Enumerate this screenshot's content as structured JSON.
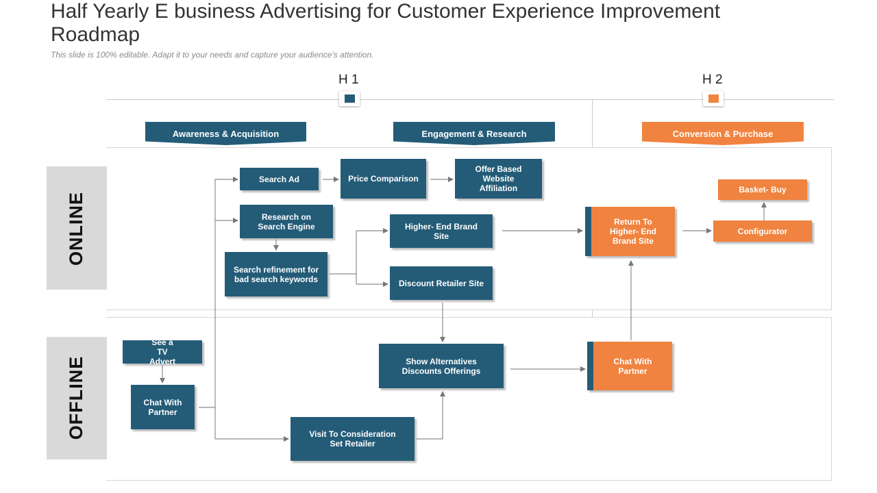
{
  "title": "Half Yearly E business Advertising for Customer Experience Improvement Roadmap",
  "subtitle": "This slide is 100% editable. Adapt it to your needs and capture your audience's attention.",
  "colors": {
    "teal": "#245c78",
    "orange": "#f0833f",
    "lane_gray": "#d9d9d9"
  },
  "halves": {
    "h1": "H 1",
    "h2": "H 2"
  },
  "phases": {
    "awareness": "Awareness & Acquisition",
    "engagement": "Engagement & Research",
    "conversion": "Conversion & Purchase"
  },
  "lanes": {
    "online": "ONLINE",
    "offline": "OFFLINE"
  },
  "nodes": {
    "search_ad": "Search Ad",
    "price_comparison": "Price Comparison",
    "offer_based": "Offer Based Website Affiliation",
    "research_engine": "Research on Search Engine",
    "higher_end_brand": "Higher- End Brand Site",
    "search_refinement": "Search refinement for bad search keywords",
    "discount_retailer": "Discount Retailer Site",
    "return_higher_end": "Return To Higher- End Brand Site",
    "basket_buy": "Basket- Buy",
    "configurator": "Configurator",
    "see_tv": "See a TV Advert",
    "chat_partner_offline": "Chat With Partner",
    "show_alternatives": "Show Alternatives Discounts Offerings",
    "chat_partner_h2": "Chat With Partner",
    "visit_consideration": "Visit To Consideration Set Retailer"
  }
}
